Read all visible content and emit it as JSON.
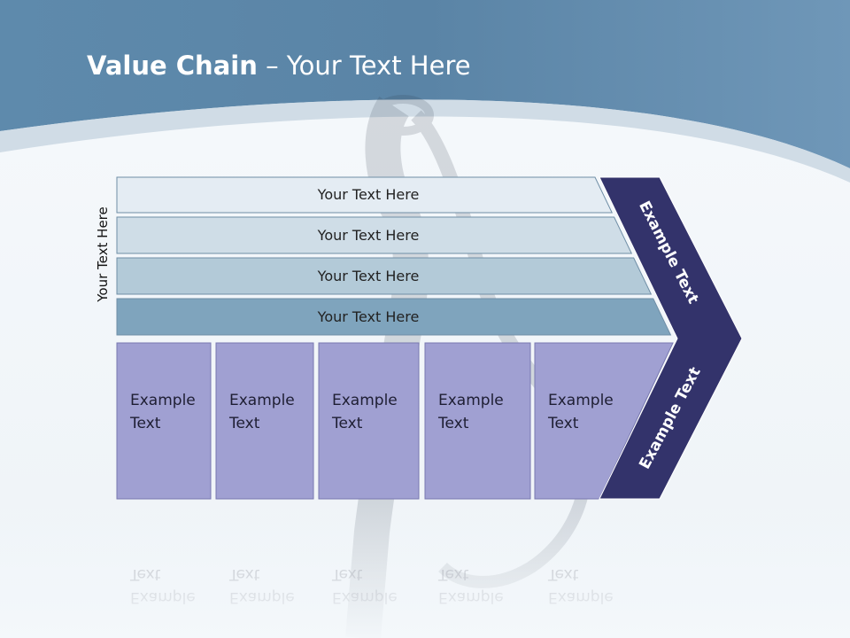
{
  "title": {
    "bold": "Value Chain",
    "rest": " – Your Text Here"
  },
  "side_label": "Your Text Here",
  "bars": [
    {
      "label": "Your Text Here",
      "fill": "#e4ecf3"
    },
    {
      "label": "Your Text Here",
      "fill": "#cfdde7"
    },
    {
      "label": "Your Text Here",
      "fill": "#b3cad8"
    },
    {
      "label": "Your Text Here",
      "fill": "#7fa4bd"
    }
  ],
  "boxes": [
    {
      "line1": "Example",
      "line2": "Text"
    },
    {
      "line1": "Example",
      "line2": "Text"
    },
    {
      "line1": "Example",
      "line2": "Text"
    },
    {
      "line1": "Example",
      "line2": "Text"
    },
    {
      "line1": "Example",
      "line2": "Text"
    }
  ],
  "chevron": {
    "upper_label": "Example Text",
    "lower_label": "Example Text",
    "fill": "#33336b"
  },
  "colors": {
    "header": "#5a84a6",
    "box_fill": "#a0a0d2",
    "background": "#f4f8fb"
  }
}
